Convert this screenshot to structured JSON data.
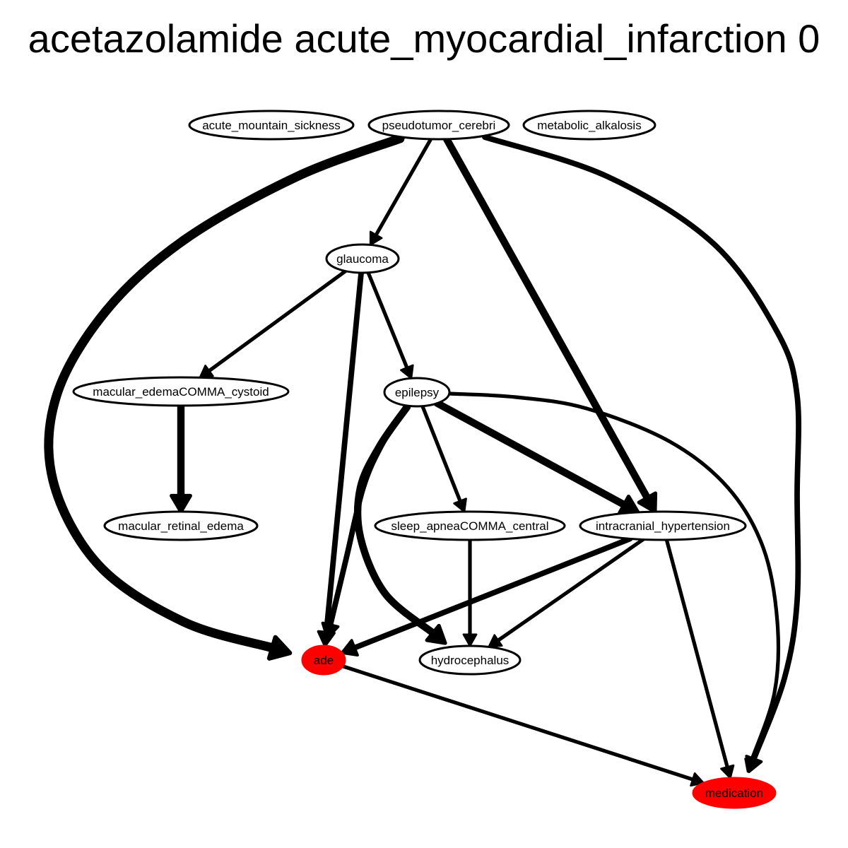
{
  "title": "acetazolamide acute_myocardial_infarction 0",
  "colors": {
    "highlight_fill": "#ff0000",
    "default_fill": "#ffffff",
    "stroke": "#000000"
  },
  "nodes": [
    {
      "id": "acute_mountain_sickness",
      "label": "acute_mountain_sickness",
      "highlight": false
    },
    {
      "id": "pseudotumor_cerebri",
      "label": "pseudotumor_cerebri",
      "highlight": false
    },
    {
      "id": "metabolic_alkalosis",
      "label": "metabolic_alkalosis",
      "highlight": false
    },
    {
      "id": "glaucoma",
      "label": "glaucoma",
      "highlight": false
    },
    {
      "id": "macular_edemaCOMMA_cystoid",
      "label": "macular_edemaCOMMA_cystoid",
      "highlight": false
    },
    {
      "id": "epilepsy",
      "label": "epilepsy",
      "highlight": false
    },
    {
      "id": "macular_retinal_edema",
      "label": "macular_retinal_edema",
      "highlight": false
    },
    {
      "id": "sleep_apneaCOMMA_central",
      "label": "sleep_apneaCOMMA_central",
      "highlight": false
    },
    {
      "id": "intracranial_hypertension",
      "label": "intracranial_hypertension",
      "highlight": false
    },
    {
      "id": "ade",
      "label": "ade",
      "highlight": true
    },
    {
      "id": "hydrocephalus",
      "label": "hydrocephalus",
      "highlight": false
    },
    {
      "id": "medication",
      "label": "medication",
      "highlight": true
    }
  ],
  "edges": [
    {
      "from": "pseudotumor_cerebri",
      "to": "glaucoma",
      "weight": 2
    },
    {
      "from": "pseudotumor_cerebri",
      "to": "ade",
      "weight": 5
    },
    {
      "from": "pseudotumor_cerebri",
      "to": "intracranial_hypertension",
      "weight": 4
    },
    {
      "from": "pseudotumor_cerebri",
      "to": "medication",
      "weight": 3
    },
    {
      "from": "glaucoma",
      "to": "macular_edemaCOMMA_cystoid",
      "weight": 2
    },
    {
      "from": "glaucoma",
      "to": "epilepsy",
      "weight": 2
    },
    {
      "from": "glaucoma",
      "to": "ade",
      "weight": 3
    },
    {
      "from": "macular_edemaCOMMA_cystoid",
      "to": "macular_retinal_edema",
      "weight": 4
    },
    {
      "from": "epilepsy",
      "to": "ade",
      "weight": 3
    },
    {
      "from": "epilepsy",
      "to": "hydrocephalus",
      "weight": 4
    },
    {
      "from": "epilepsy",
      "to": "sleep_apneaCOMMA_central",
      "weight": 2
    },
    {
      "from": "epilepsy",
      "to": "intracranial_hypertension",
      "weight": 4
    },
    {
      "from": "epilepsy",
      "to": "medication",
      "weight": 2
    },
    {
      "from": "sleep_apneaCOMMA_central",
      "to": "hydrocephalus",
      "weight": 2
    },
    {
      "from": "intracranial_hypertension",
      "to": "ade",
      "weight": 3
    },
    {
      "from": "intracranial_hypertension",
      "to": "hydrocephalus",
      "weight": 2
    },
    {
      "from": "intracranial_hypertension",
      "to": "medication",
      "weight": 2
    },
    {
      "from": "ade",
      "to": "medication",
      "weight": 2
    }
  ]
}
